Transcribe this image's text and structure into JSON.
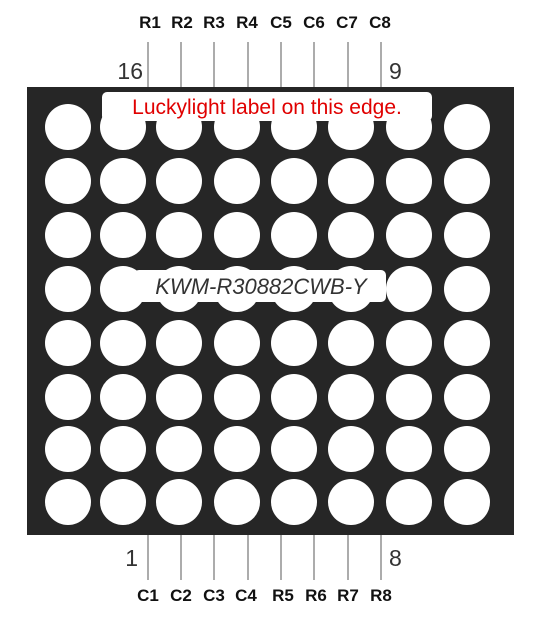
{
  "diagram": {
    "top_pins": [
      "R1",
      "R2",
      "R3",
      "R4",
      "C5",
      "C6",
      "C7",
      "C8"
    ],
    "bottom_pins": [
      "C1",
      "C2",
      "C3",
      "C4",
      "R5",
      "R6",
      "R7",
      "R8"
    ],
    "top_left_number": "16",
    "top_right_number": "9",
    "bottom_left_number": "1",
    "bottom_right_number": "8",
    "edge_label": "Luckylight label on this edge.",
    "part_number": "KWM-R30882CWB-Y",
    "rows": 8,
    "cols": 8,
    "colors": {
      "body": "#262626",
      "led": "#ffffff",
      "lead": "#888888",
      "edge_label_text": "#e00000"
    }
  }
}
